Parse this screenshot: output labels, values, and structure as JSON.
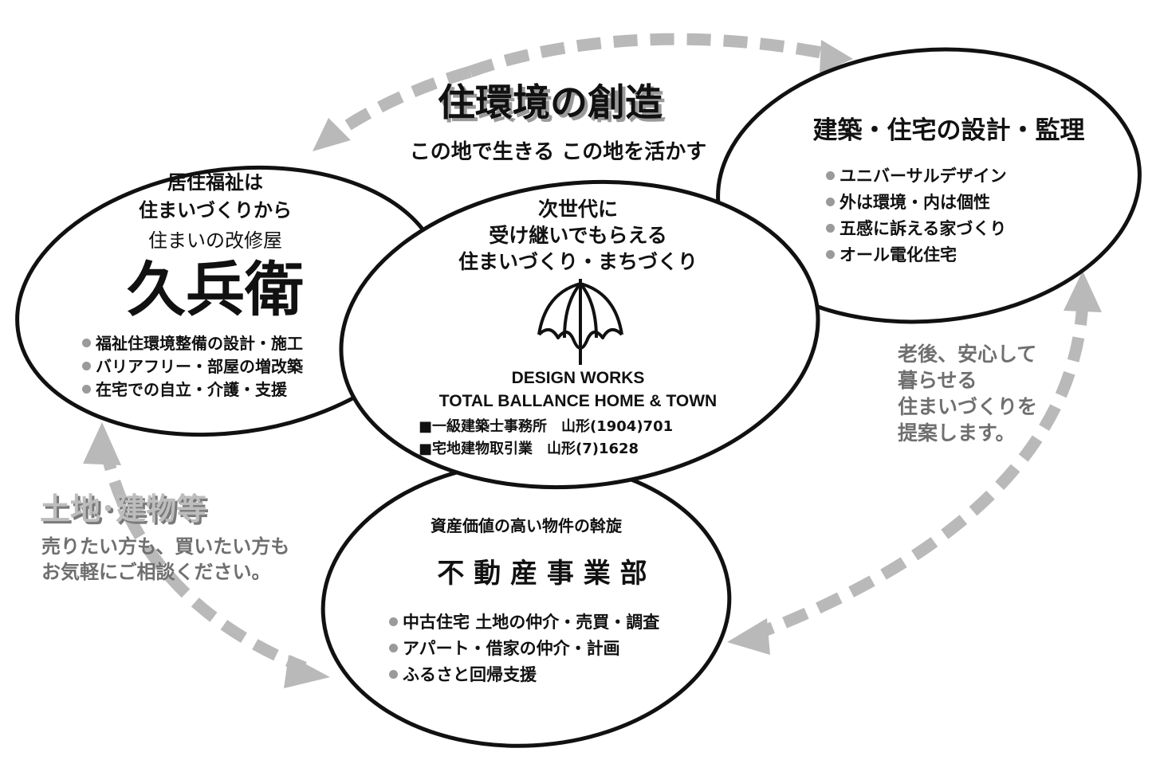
{
  "colors": {
    "ink": "#111111",
    "arrow_gray": "#b9b9b9",
    "bullet_gray": "#9a9a9a",
    "note_gray": "#6f6f6f"
  },
  "top": {
    "title": "住環境の創造",
    "subtitle": "この地で生きる この地を活かす"
  },
  "left_bubble": {
    "heading_1": "居住福祉は",
    "heading_2": "住まいづくりから",
    "tagline": "住まいの改修屋",
    "brand": "久兵衛",
    "items": [
      "福祉住環境整備の設計・施工",
      "バリアフリー・部屋の増改築",
      "在宅での自立・介護・支援"
    ]
  },
  "center_bubble": {
    "line_1": "次世代に",
    "line_2": "受け継いでもらえる",
    "line_3": "住まいづくり・まちづくり",
    "logo_icon": "umbrella-icon",
    "company_1": "DESIGN WORKS",
    "company_2": "TOTAL BALLANCE HOME & TOWN",
    "license_1": "■一級建築士事務所　山形(1904)701",
    "license_2": "■宅地建物取引業　山形(7)1628"
  },
  "right_bubble": {
    "title": "建築・住宅の設計・監理",
    "items": [
      "ユニバーサルデザイン",
      "外は環境・内は個性",
      "五感に訴える家づくり",
      "オール電化住宅"
    ]
  },
  "bottom_bubble": {
    "heading": "資産価値の高い物件の斡旋",
    "title": "不 動 産 事 業 部",
    "items": [
      "中古住宅 土地の仲介・売買・調査",
      "アパート・借家の仲介・計画",
      "ふるさと回帰支援"
    ]
  },
  "left_note": {
    "title": "土地･建物等",
    "line_1": "売りたい方も、買いたい方も",
    "line_2": "お気軽にご相談ください。"
  },
  "right_note": {
    "line_1": "老後、安心して",
    "line_2": "暮らせる",
    "line_3": "住まいづくりを",
    "line_4": "提案します。"
  }
}
